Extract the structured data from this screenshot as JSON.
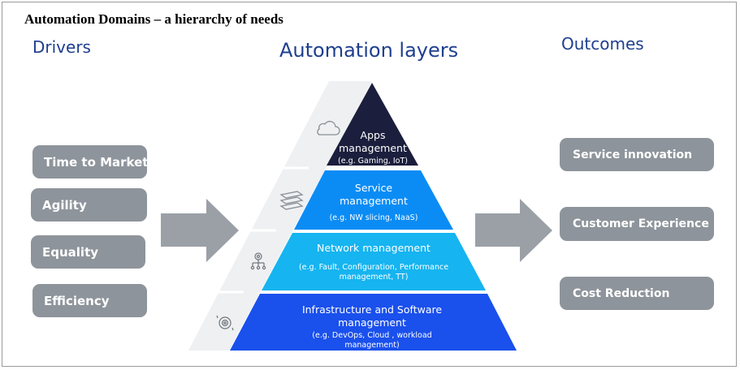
{
  "title": "Automation Domains – a hierarchy of needs",
  "headers": {
    "drivers": "Drivers",
    "layers": "Automation layers",
    "outcomes": "Outcomes"
  },
  "drivers": [
    "Time to Market",
    "Agility",
    "Equality",
    "Efficiency"
  ],
  "outcomes": [
    "Service innovation",
    "Customer Experience",
    "Cost Reduction"
  ],
  "layers": [
    {
      "label": "Apps management",
      "example": "(e.g. Gaming, IoT)",
      "color": "#1b1e3c",
      "icon": "cloud-icon"
    },
    {
      "label": "Service management",
      "example": "(e.g. NW slicing, NaaS)",
      "color": "#0b8cf5",
      "icon": "stack-layers-icon"
    },
    {
      "label": "Network management",
      "example": "(e.g. Fault, Configuration, Performance management, TT)",
      "color": "#16b4f0",
      "icon": "network-gear-icon"
    },
    {
      "label": "Infrastructure  and Software management",
      "example": "(e.g. DevOps, Cloud , workload management)",
      "color": "#1a50ec",
      "icon": "cycle-gear-icon"
    }
  ],
  "colors": {
    "header_blue": "#1f3f8f",
    "pill_gray": "#8e949b",
    "arrow_gray": "#9aa0a6",
    "side_band": "#eef0f2"
  }
}
